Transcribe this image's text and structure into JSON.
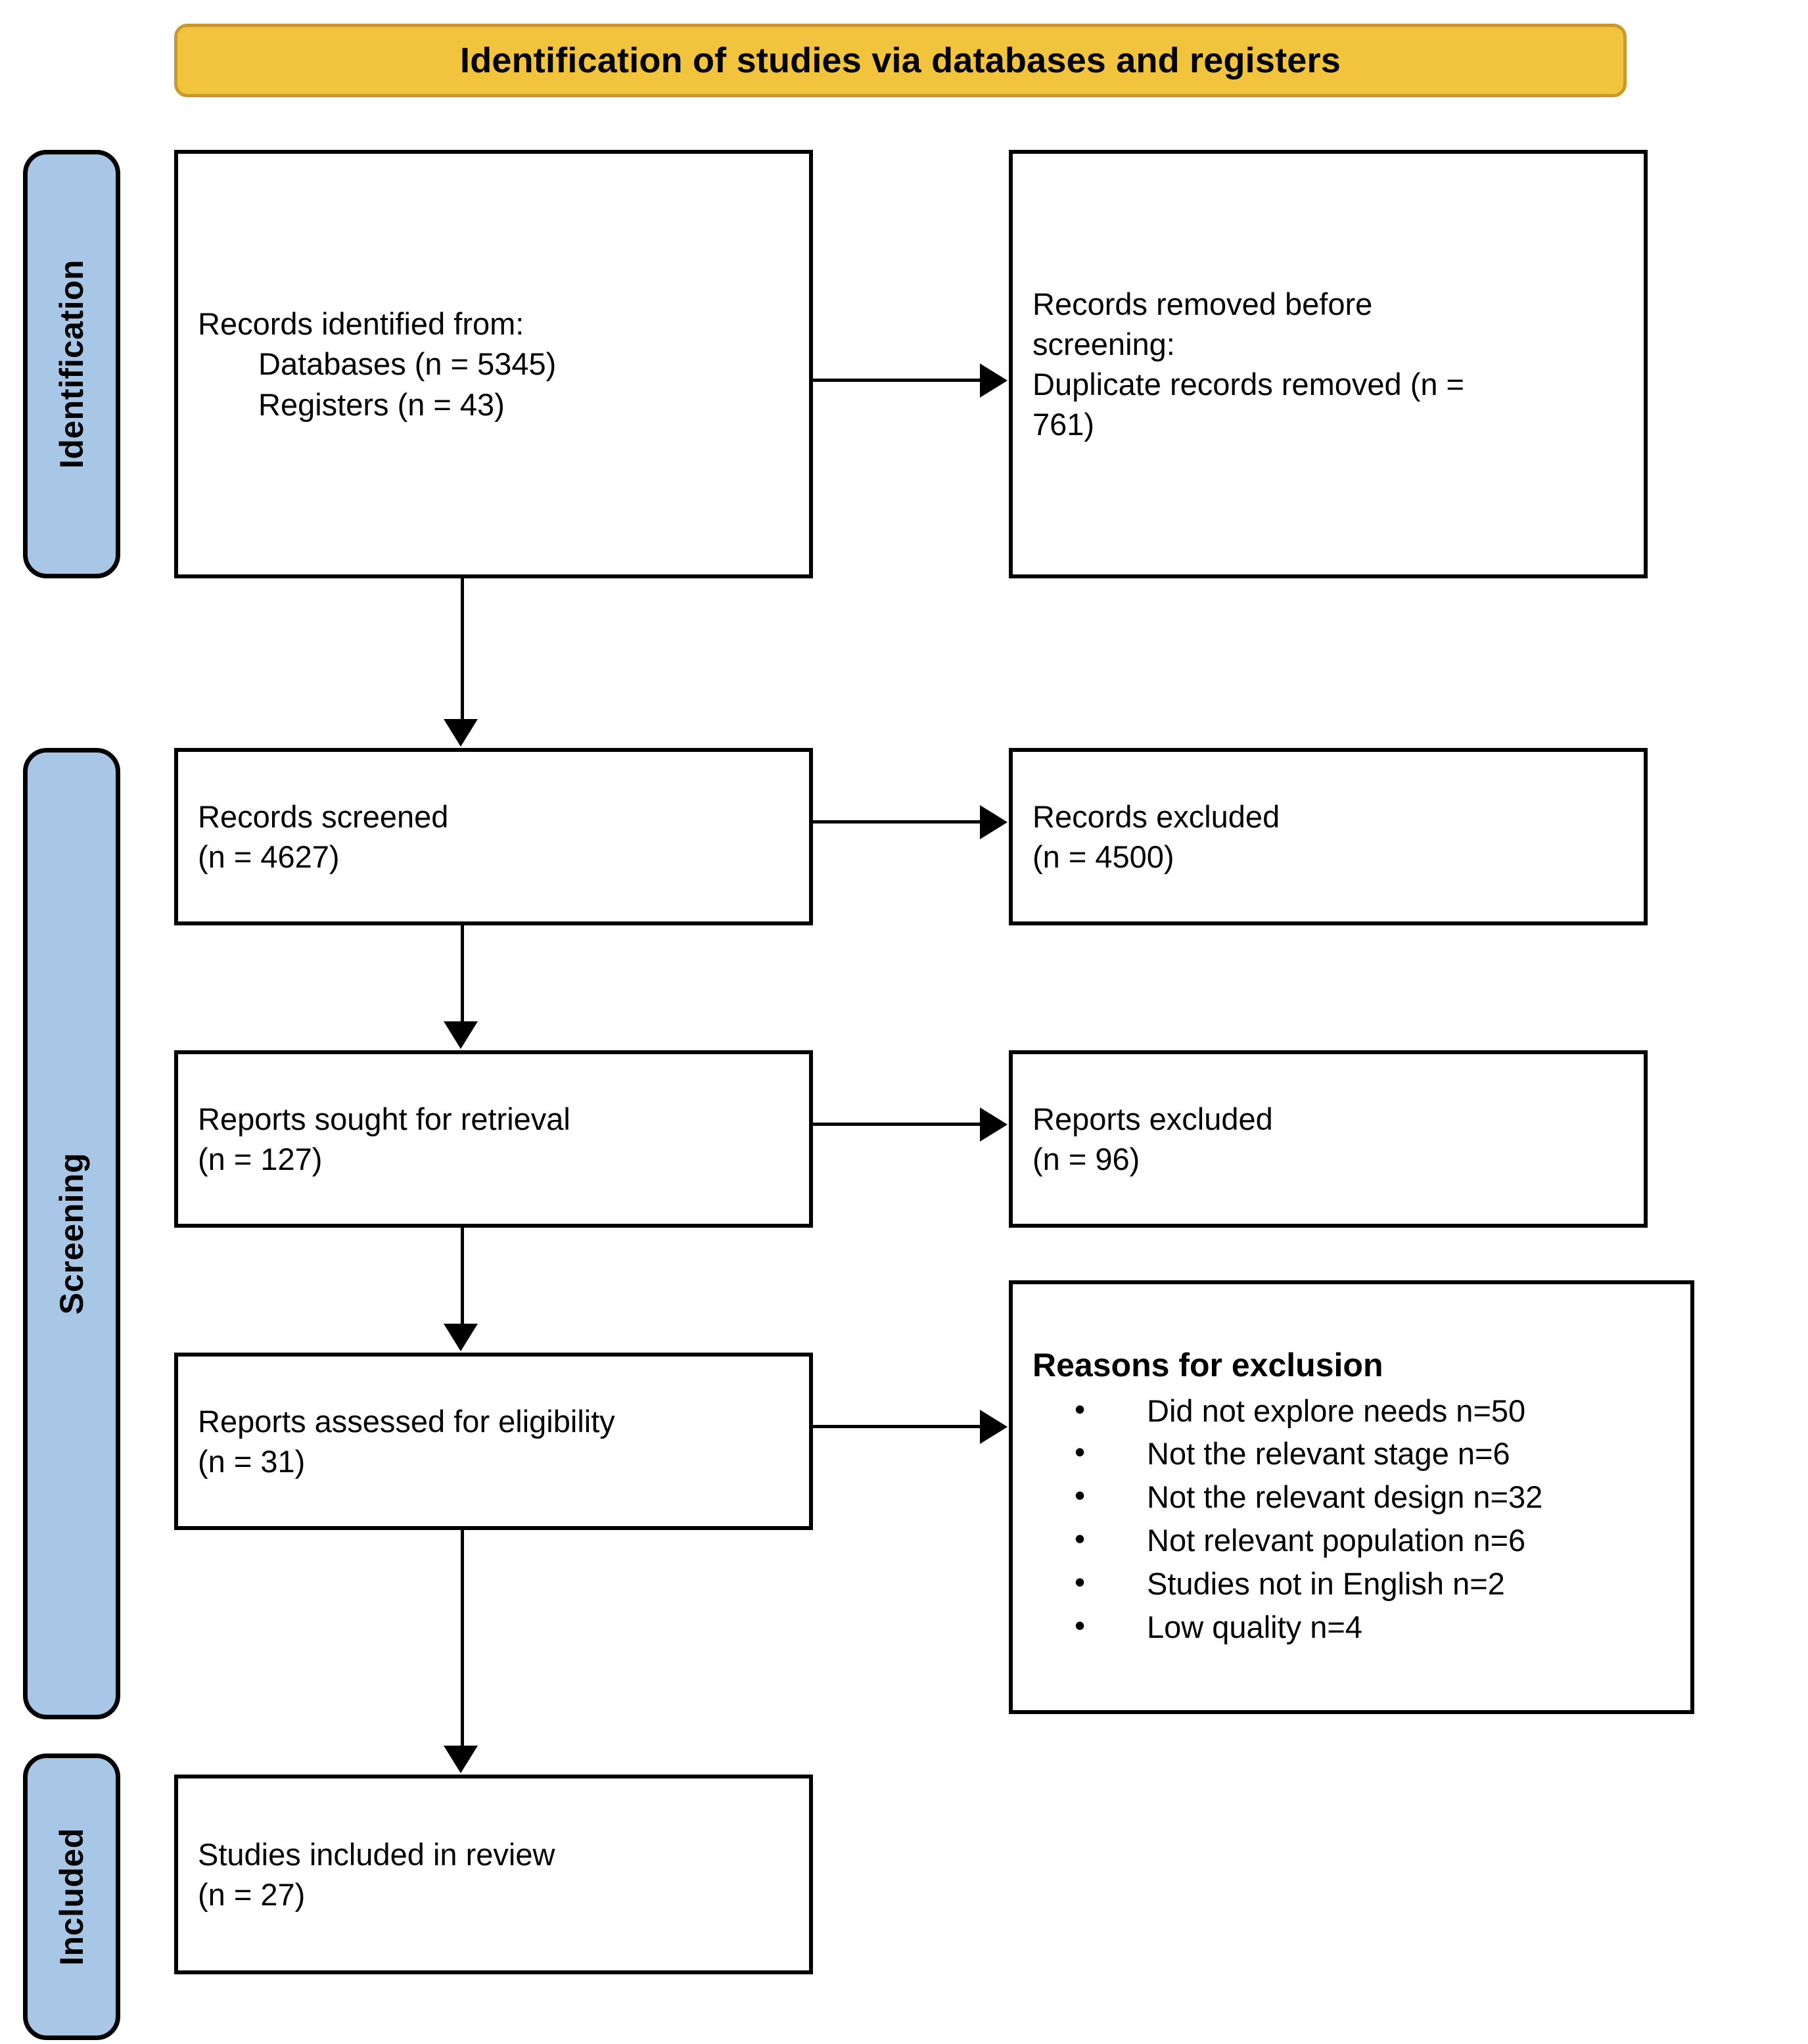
{
  "banner": {
    "title": "Identification of studies via databases and registers"
  },
  "bands": [
    {
      "id": "identification",
      "label": "Identification"
    },
    {
      "id": "screening",
      "label": "Screening"
    },
    {
      "id": "included",
      "label": "Included"
    }
  ],
  "boxes": {
    "identified": {
      "line1": "Records identified from:",
      "line2": "Databases (n = 5345)",
      "line3": "Registers (n = 43)"
    },
    "removed": {
      "line1": "Records removed before",
      "line2": "screening:",
      "line3": "Duplicate records removed (n =",
      "line4": "761)"
    },
    "screened": {
      "line1": "Records screened",
      "line2": "(n = 4627)"
    },
    "records_excluded": {
      "line1": "Records excluded",
      "line2": "(n = 4500)"
    },
    "sought": {
      "line1": "Reports sought for retrieval",
      "line2": "(n = 127)"
    },
    "reports_excluded": {
      "line1": "Reports excluded",
      "line2": "(n = 96)"
    },
    "assessed": {
      "line1": "Reports assessed for eligibility",
      "line2": "(n = 31)"
    },
    "reasons": {
      "title": "Reasons for exclusion",
      "items": [
        "Did not explore needs n=50",
        "Not the relevant stage n=6",
        "Not the relevant design n=32",
        "Not relevant population n=6",
        "Studies not in English n=2",
        "Low quality n=4"
      ]
    },
    "included": {
      "line1": "Studies included in review",
      "line2": "(n = 27)"
    }
  },
  "chart_data": {
    "type": "diagram",
    "title": "Identification of studies via databases and registers",
    "stages": [
      "Identification",
      "Screening",
      "Included"
    ],
    "nodes": [
      {
        "id": "identified",
        "stage": "Identification",
        "label": "Records identified from",
        "counts": {
          "Databases": 5345,
          "Registers": 43
        }
      },
      {
        "id": "removed",
        "stage": "Identification",
        "label": "Records removed before screening: Duplicate records removed",
        "n": 761
      },
      {
        "id": "screened",
        "stage": "Screening",
        "label": "Records screened",
        "n": 4627
      },
      {
        "id": "records_excluded",
        "stage": "Screening",
        "label": "Records excluded",
        "n": 4500
      },
      {
        "id": "sought",
        "stage": "Screening",
        "label": "Reports sought for retrieval",
        "n": 127
      },
      {
        "id": "reports_excluded",
        "stage": "Screening",
        "label": "Reports excluded",
        "n": 96
      },
      {
        "id": "assessed",
        "stage": "Screening",
        "label": "Reports assessed for eligibility",
        "n": 31
      },
      {
        "id": "reasons",
        "stage": "Screening",
        "label": "Reasons for exclusion",
        "breakdown": {
          "Did not explore needs": 50,
          "Not the relevant stage": 6,
          "Not the relevant design": 32,
          "Not relevant population": 6,
          "Studies not in English": 2,
          "Low quality": 4
        }
      },
      {
        "id": "included",
        "stage": "Included",
        "label": "Studies included in review",
        "n": 27
      }
    ],
    "edges": [
      {
        "from": "identified",
        "to": "removed",
        "direction": "right"
      },
      {
        "from": "identified",
        "to": "screened",
        "direction": "down"
      },
      {
        "from": "screened",
        "to": "records_excluded",
        "direction": "right"
      },
      {
        "from": "screened",
        "to": "sought",
        "direction": "down"
      },
      {
        "from": "sought",
        "to": "reports_excluded",
        "direction": "right"
      },
      {
        "from": "sought",
        "to": "assessed",
        "direction": "down"
      },
      {
        "from": "assessed",
        "to": "reasons",
        "direction": "right"
      },
      {
        "from": "assessed",
        "to": "included",
        "direction": "down"
      }
    ],
    "colors": {
      "banner_fill": "#F2C33D",
      "banner_border": "#C8992D",
      "band_fill": "#A8C6E5",
      "box_border": "#000000",
      "text": "#000000"
    }
  }
}
